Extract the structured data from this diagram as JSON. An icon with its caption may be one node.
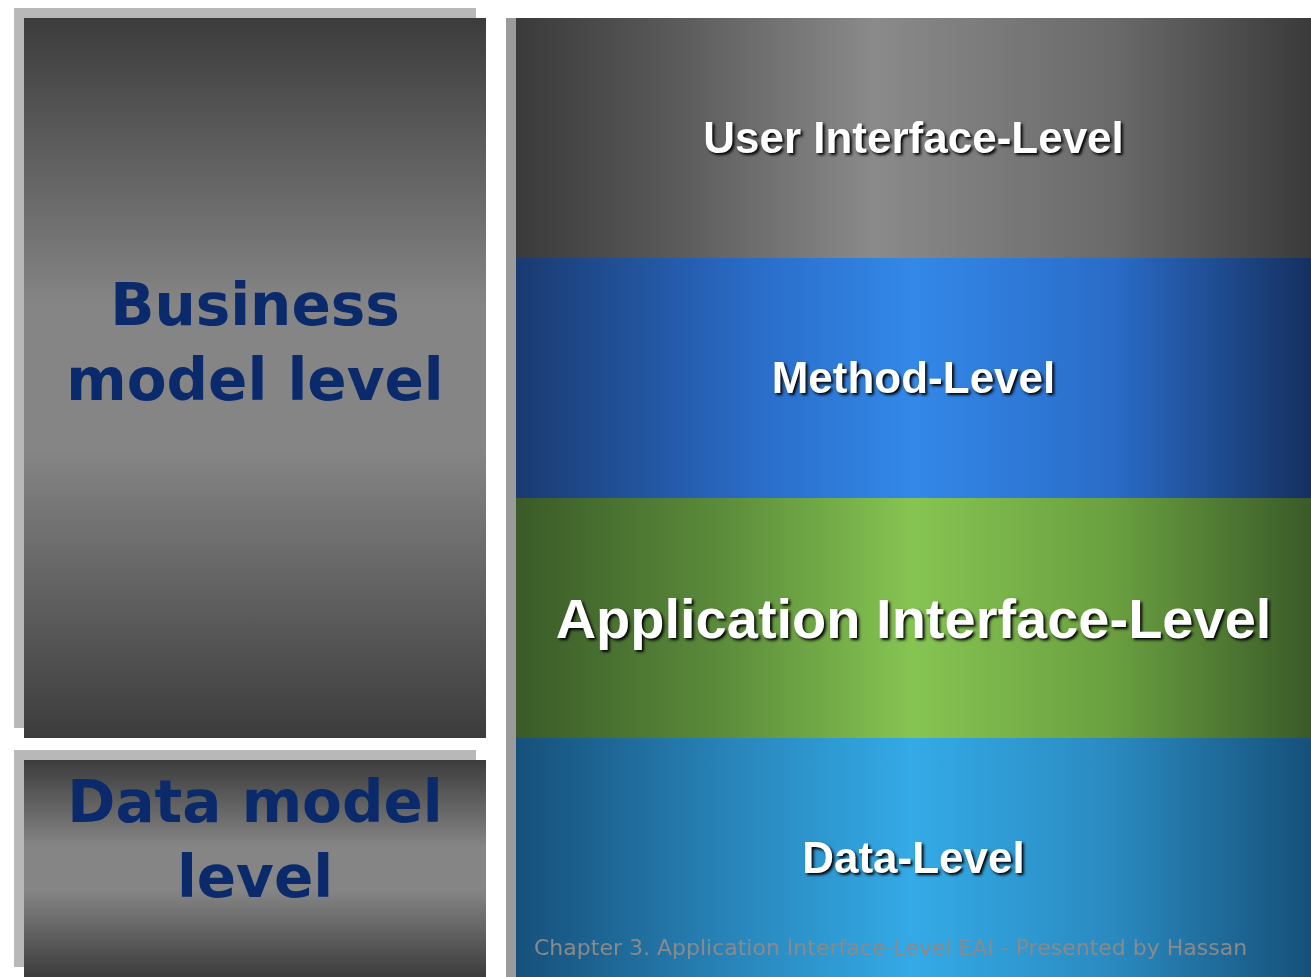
{
  "diagram": {
    "nodes": [
      {
        "text": [
          "Business model level"
        ]
      },
      {
        "text": [
          "Data model level"
        ]
      },
      {
        "text": [
          "User Interface-Level"
        ]
      },
      {
        "text": [
          "Method-Level"
        ]
      },
      {
        "text": [
          "Application Interface-Level"
        ]
      },
      {
        "text": [
          "Data-Level"
        ]
      }
    ],
    "edges": [],
    "labels": [
      "Chapter 3. Application Interface-Level EAI - Presented by Hassan"
    ]
  }
}
